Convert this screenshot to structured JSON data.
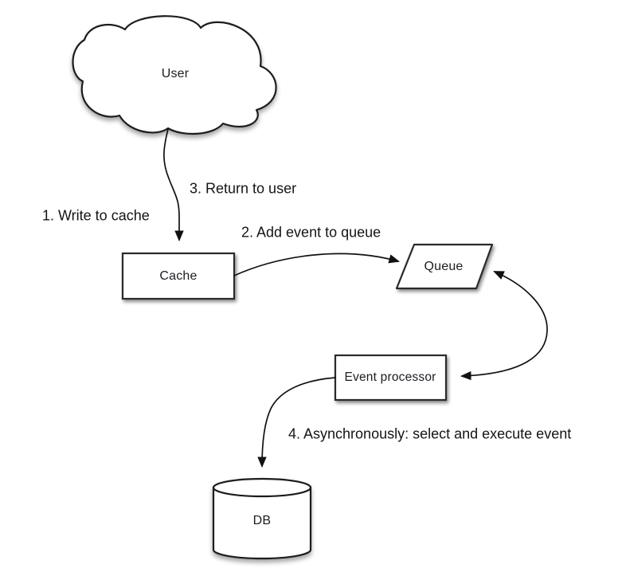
{
  "diagram": {
    "type": "flow-diagram",
    "background": "#ffffff",
    "stroke_color": "#1d1d1d",
    "text_color": "#1c1c24",
    "nodes": {
      "user": {
        "shape": "cloud",
        "label": "User"
      },
      "cache": {
        "shape": "rectangle",
        "label": "Cache"
      },
      "queue": {
        "shape": "parallelogram",
        "label": "Queue"
      },
      "event_processor": {
        "shape": "rectangle",
        "label": "Event processor"
      },
      "db": {
        "shape": "cylinder",
        "label": "DB"
      }
    },
    "edges": [
      {
        "from": "user",
        "to": "cache",
        "style": "arrow"
      },
      {
        "from": "cache",
        "to": "queue",
        "style": "arrow"
      },
      {
        "from": "queue",
        "to": "event_processor",
        "style": "double-arrow"
      },
      {
        "from": "event_processor",
        "to": "db",
        "style": "arrow"
      }
    ],
    "annotations": {
      "step1": "1. Write to cache",
      "step2": "2. Add event to queue",
      "step3": "3. Return to user",
      "step4": "4. Asynchronously: select and execute event"
    }
  }
}
